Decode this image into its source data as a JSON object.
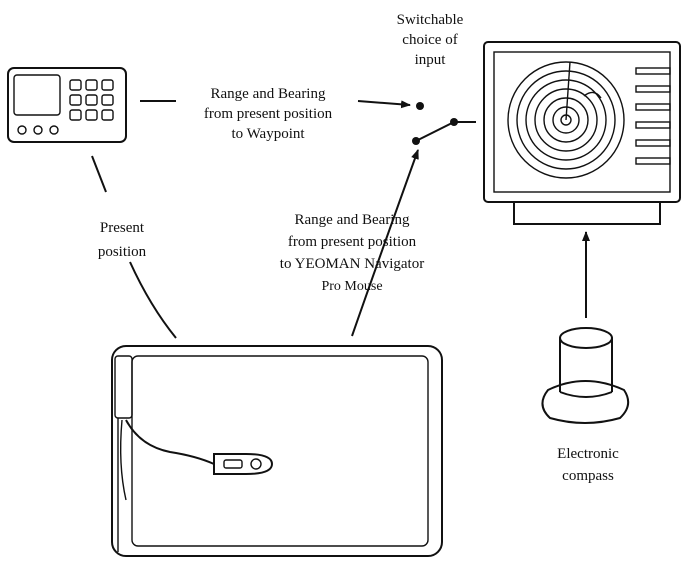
{
  "labels": {
    "switch_line1": "Switchable",
    "switch_line2": "choice of",
    "switch_line3": "input",
    "waypoint_line1": "Range and Bearing",
    "waypoint_line2": "from present position",
    "waypoint_line3": "to Waypoint",
    "present_line1": "Present",
    "present_line2": "position",
    "yeoman_line1": "Range and Bearing",
    "yeoman_line2": "from present position",
    "yeoman_line3": "to YEOMAN Navigator",
    "yeoman_line4": "Pro Mouse",
    "compass_line1": "Electronic",
    "compass_line2": "compass"
  },
  "icons": {
    "gps": "gps-receiver-icon",
    "display": "radar-display-icon",
    "compass": "electronic-compass-icon",
    "plotter": "chart-plotter-tablet-icon",
    "mouse": "navigator-mouse-icon"
  }
}
